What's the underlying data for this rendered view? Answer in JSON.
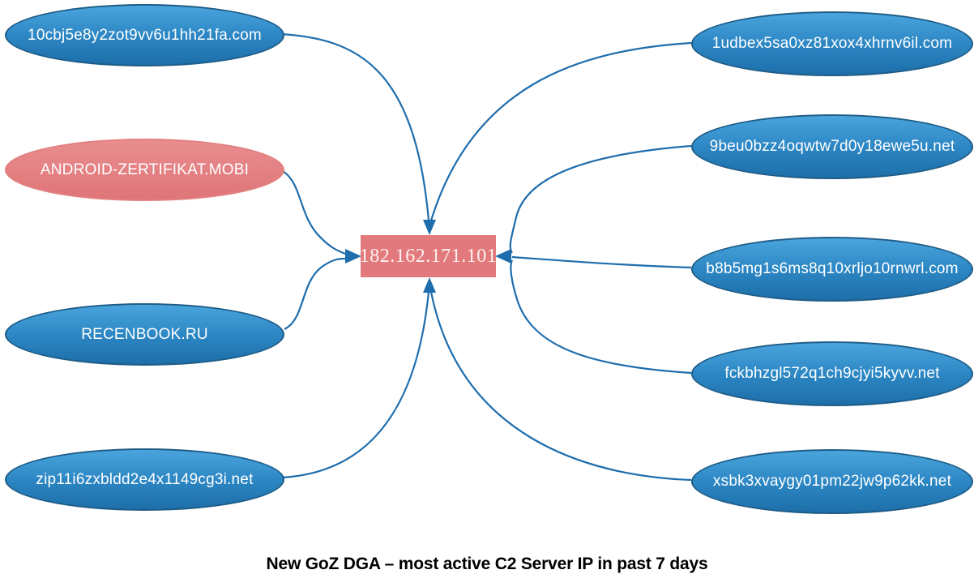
{
  "title": "New GoZ DGA – most active C2 Server IP in past 7 days",
  "center": {
    "ip": "182.162.171.101",
    "shape": "rectangle",
    "fill": "#e27a7d",
    "role": "c2-server-ip"
  },
  "colors": {
    "node_blue_top": "#4aa5dd",
    "node_blue_bottom": "#1d6fa9",
    "node_blue_border": "#1f5c87",
    "node_highlight": "#e2807f",
    "edge_stroke": "#1e6dad",
    "node_text": "#ffffff",
    "title_text": "#000000"
  },
  "nodes": [
    {
      "label": "10cbj5e8y2zot9vv6u1hh21fa.com",
      "shape": "ellipse",
      "style": "blue",
      "side": "left"
    },
    {
      "label": "ANDROID-ZERTIFIKAT.MOBI",
      "shape": "ellipse",
      "style": "pink-highlight",
      "side": "left"
    },
    {
      "label": "RECENBOOK.RU",
      "shape": "ellipse",
      "style": "blue",
      "side": "left"
    },
    {
      "label": "zip11i6zxbldd2e4x1149cg3i.net",
      "shape": "ellipse",
      "style": "blue",
      "side": "left"
    },
    {
      "label": "1udbex5sa0xz81xox4xhrnv6il.com",
      "shape": "ellipse",
      "style": "blue",
      "side": "right"
    },
    {
      "label": "9beu0bzz4oqwtw7d0y18ewe5u.net",
      "shape": "ellipse",
      "style": "blue",
      "side": "right"
    },
    {
      "label": "b8b5mg1s6ms8q10xrljo10rnwrl.com",
      "shape": "ellipse",
      "style": "blue",
      "side": "right"
    },
    {
      "label": "fckbhzgl572q1ch9cjyi5kyvv.net",
      "shape": "ellipse",
      "style": "blue",
      "side": "right"
    },
    {
      "label": "xsbk3xvaygy01pm22jw9p62kk.net",
      "shape": "ellipse",
      "style": "blue",
      "side": "right"
    }
  ],
  "edges": [
    {
      "from": "10cbj5e8y2zot9vv6u1hh21fa.com",
      "to": "182.162.171.101",
      "enters": "top"
    },
    {
      "from": "1udbex5sa0xz81xox4xhrnv6il.com",
      "to": "182.162.171.101",
      "enters": "top"
    },
    {
      "from": "ANDROID-ZERTIFIKAT.MOBI",
      "to": "182.162.171.101",
      "enters": "left"
    },
    {
      "from": "RECENBOOK.RU",
      "to": "182.162.171.101",
      "enters": "left"
    },
    {
      "from": "9beu0bzz4oqwtw7d0y18ewe5u.net",
      "to": "182.162.171.101",
      "enters": "right"
    },
    {
      "from": "b8b5mg1s6ms8q10xrljo10rnwrl.com",
      "to": "182.162.171.101",
      "enters": "right"
    },
    {
      "from": "fckbhzgl572q1ch9cjyi5kyvv.net",
      "to": "182.162.171.101",
      "enters": "right"
    },
    {
      "from": "zip11i6zxbldd2e4x1149cg3i.net",
      "to": "182.162.171.101",
      "enters": "bottom"
    },
    {
      "from": "xsbk3xvaygy01pm22jw9p62kk.net",
      "to": "182.162.171.101",
      "enters": "bottom"
    }
  ]
}
